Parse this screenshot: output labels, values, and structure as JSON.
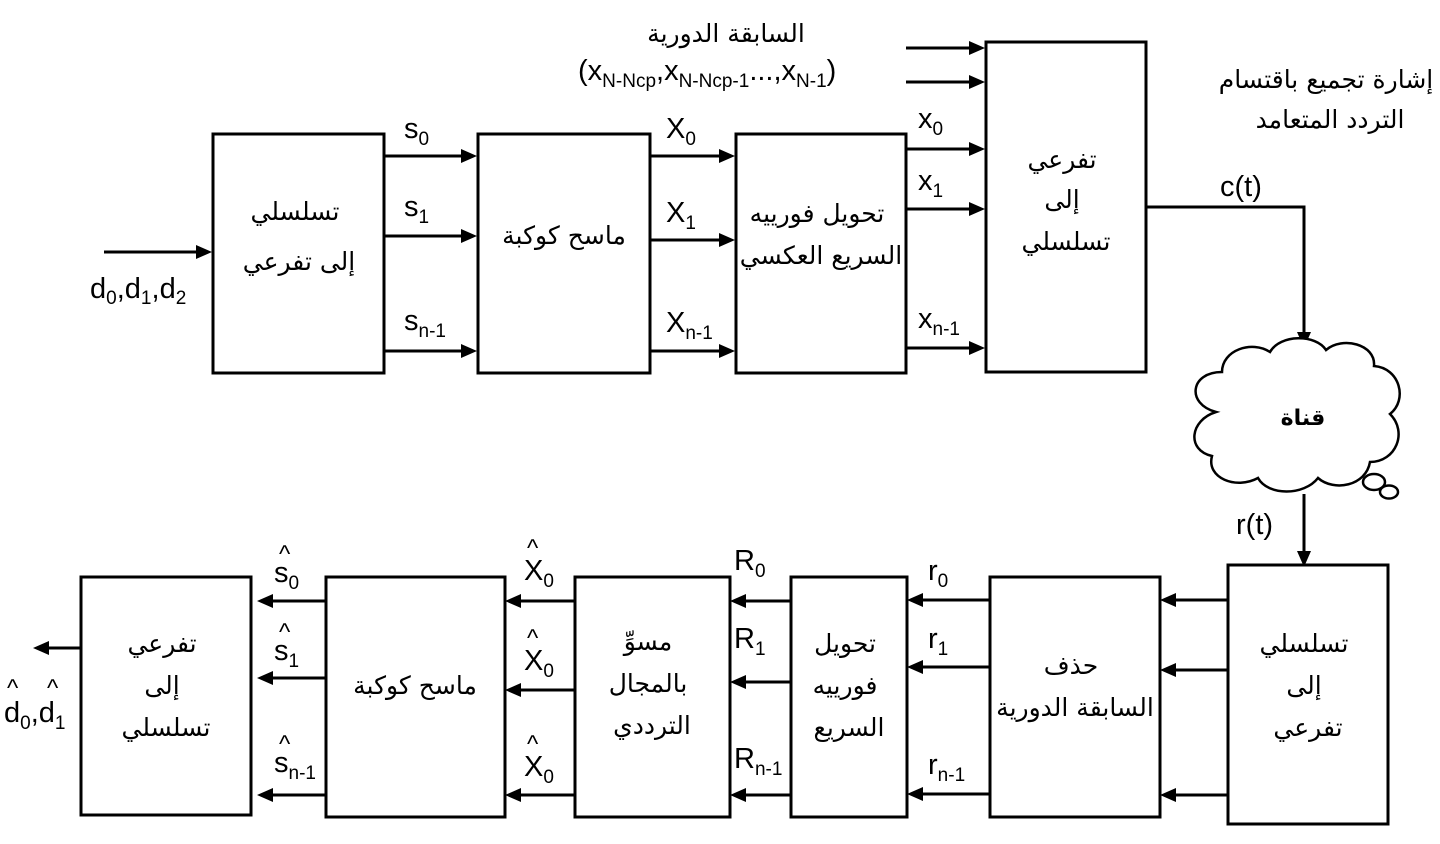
{
  "tx": {
    "input": {
      "main": "d",
      "subs": [
        "0",
        "1",
        "2"
      ],
      "sep": ","
    },
    "sp_block": {
      "lines": [
        "تسلسلي",
        "إلى تفرعي"
      ]
    },
    "mapper_block": {
      "lines": [
        "ماسح كوكبة"
      ]
    },
    "ifft_block": {
      "lines": [
        "تحويل فورييه",
        "السريع العكسي"
      ]
    },
    "ps_block": {
      "lines": [
        "تفرعي",
        "إلى",
        "تسلسلي"
      ]
    },
    "s_labels": [
      {
        "main": "s",
        "sub": "0"
      },
      {
        "main": "s",
        "sub": "1"
      },
      {
        "main": "s",
        "sub": "n-1"
      }
    ],
    "X_labels": [
      {
        "main": "X",
        "sub": "0"
      },
      {
        "main": "X",
        "sub": "1"
      },
      {
        "main": "X",
        "sub": "n-1"
      }
    ],
    "x_labels": [
      {
        "main": "x",
        "sub": "0"
      },
      {
        "main": "x",
        "sub": "1"
      },
      {
        "main": "x",
        "sub": "n-1"
      }
    ],
    "cp_title": "السابقة الدورية",
    "cp_seq": {
      "open": "(",
      "x1": "x",
      "x1_sub": "N-Ncp",
      "c1": ",",
      "x2": "x",
      "x2_sub": "N-Ncp-1",
      "dots": "...,",
      "x3": "x",
      "x3_sub": "N-1",
      "close": ")"
    },
    "ofdm_label": {
      "lines": [
        "إشارة تجميع باقتسام",
        "التردد المتعامد"
      ]
    },
    "ct": "c(t)"
  },
  "channel": {
    "label": "قناة"
  },
  "rx": {
    "rt": "r(t)",
    "sp_block": {
      "lines": [
        "تسلسلي",
        "إلى",
        "تفرعي"
      ]
    },
    "cp_remove_block": {
      "lines": [
        "حذف",
        "السابقة الدورية"
      ]
    },
    "fft_block": {
      "lines": [
        "تحويل",
        "فورييه",
        "السريع"
      ]
    },
    "eq_block": {
      "lines": [
        "مسوِّ",
        "بالمجال",
        "الترددي"
      ]
    },
    "mapper_block": {
      "lines": [
        "ماسح كوكبة"
      ]
    },
    "ps_block": {
      "lines": [
        "تفرعي",
        "إلى",
        "تسلسلي"
      ]
    },
    "r_labels": [
      {
        "main": "r",
        "sub": "0"
      },
      {
        "main": "r",
        "sub": "1"
      },
      {
        "main": "r",
        "sub": "n-1"
      }
    ],
    "R_labels": [
      {
        "main": "R",
        "sub": "0"
      },
      {
        "main": "R",
        "sub": "1"
      },
      {
        "main": "R",
        "sub": "n-1"
      }
    ],
    "Xhat_labels": [
      {
        "main": "X",
        "sub": "0",
        "hat": "^"
      },
      {
        "main": "X",
        "sub": "0",
        "hat": "^"
      },
      {
        "main": "X",
        "sub": "0",
        "hat": "^"
      }
    ],
    "shat_labels": [
      {
        "main": "s",
        "sub": "0",
        "hat": "^"
      },
      {
        "main": "s",
        "sub": "1",
        "hat": "^"
      },
      {
        "main": "s",
        "sub": "n-1",
        "hat": "^"
      }
    ],
    "output": {
      "main": "d",
      "subs": [
        "0",
        "1"
      ],
      "sep": ",",
      "hat": "^"
    }
  }
}
